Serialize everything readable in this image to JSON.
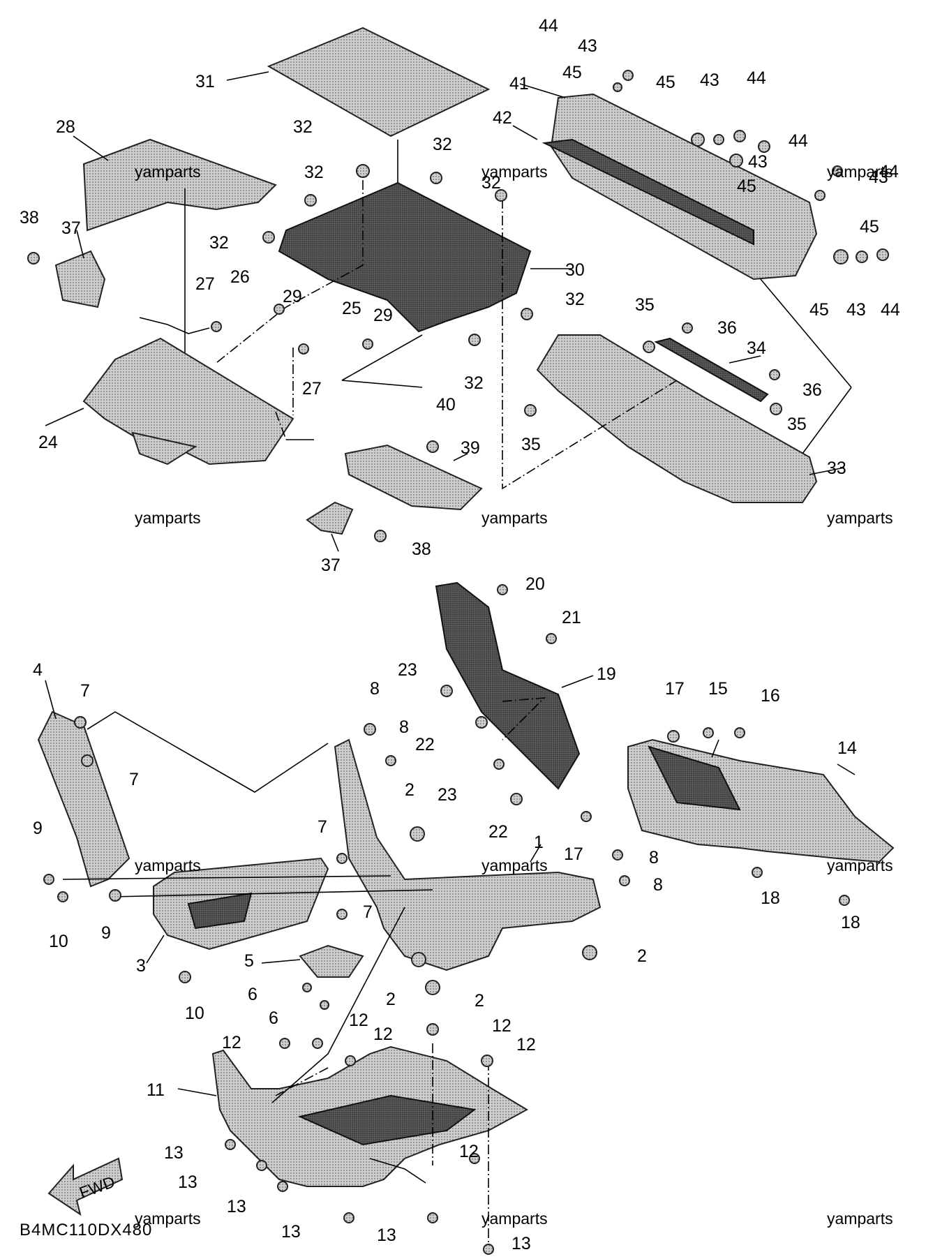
{
  "diagram_code": "B4MC110DX480",
  "watermark": "yamparts",
  "fwd_label": "FWD",
  "parts": {
    "p1": "1",
    "p2": "2",
    "p3": "3",
    "p4": "4",
    "p5": "5",
    "p6": "6",
    "p7": "7",
    "p8": "8",
    "p9": "9",
    "p10": "10",
    "p11": "11",
    "p12": "12",
    "p13": "13",
    "p14": "14",
    "p15": "15",
    "p16": "16",
    "p17": "17",
    "p18": "18",
    "p19": "19",
    "p20": "20",
    "p21": "21",
    "p22": "22",
    "p23": "23",
    "p24": "24",
    "p25": "25",
    "p26": "26",
    "p27": "27",
    "p28": "28",
    "p29": "29",
    "p30": "30",
    "p31": "31",
    "p32": "32",
    "p33": "33",
    "p34": "34",
    "p35": "35",
    "p36": "36",
    "p37": "37",
    "p38": "38",
    "p39": "39",
    "p40": "40",
    "p41": "41",
    "p42": "42",
    "p43": "43",
    "p44": "44",
    "p45": "45"
  }
}
